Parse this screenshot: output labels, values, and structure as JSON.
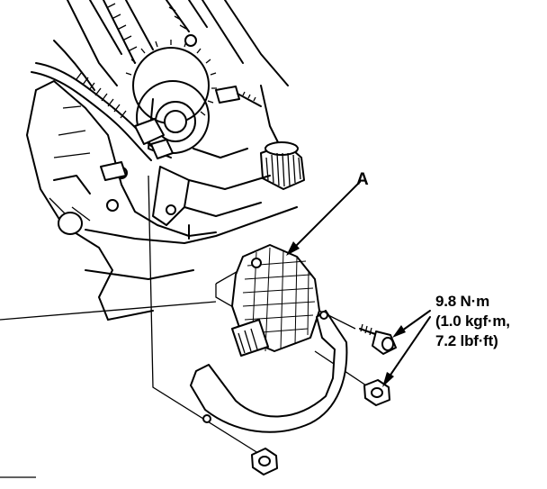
{
  "callout": {
    "label": "A"
  },
  "torque_spec": {
    "line1": "9.8 N·m",
    "line2": "(1.0 kgf·m,",
    "line3": "7.2 lbf·ft)"
  },
  "colors": {
    "ink": "#000000",
    "paper": "#ffffff"
  }
}
